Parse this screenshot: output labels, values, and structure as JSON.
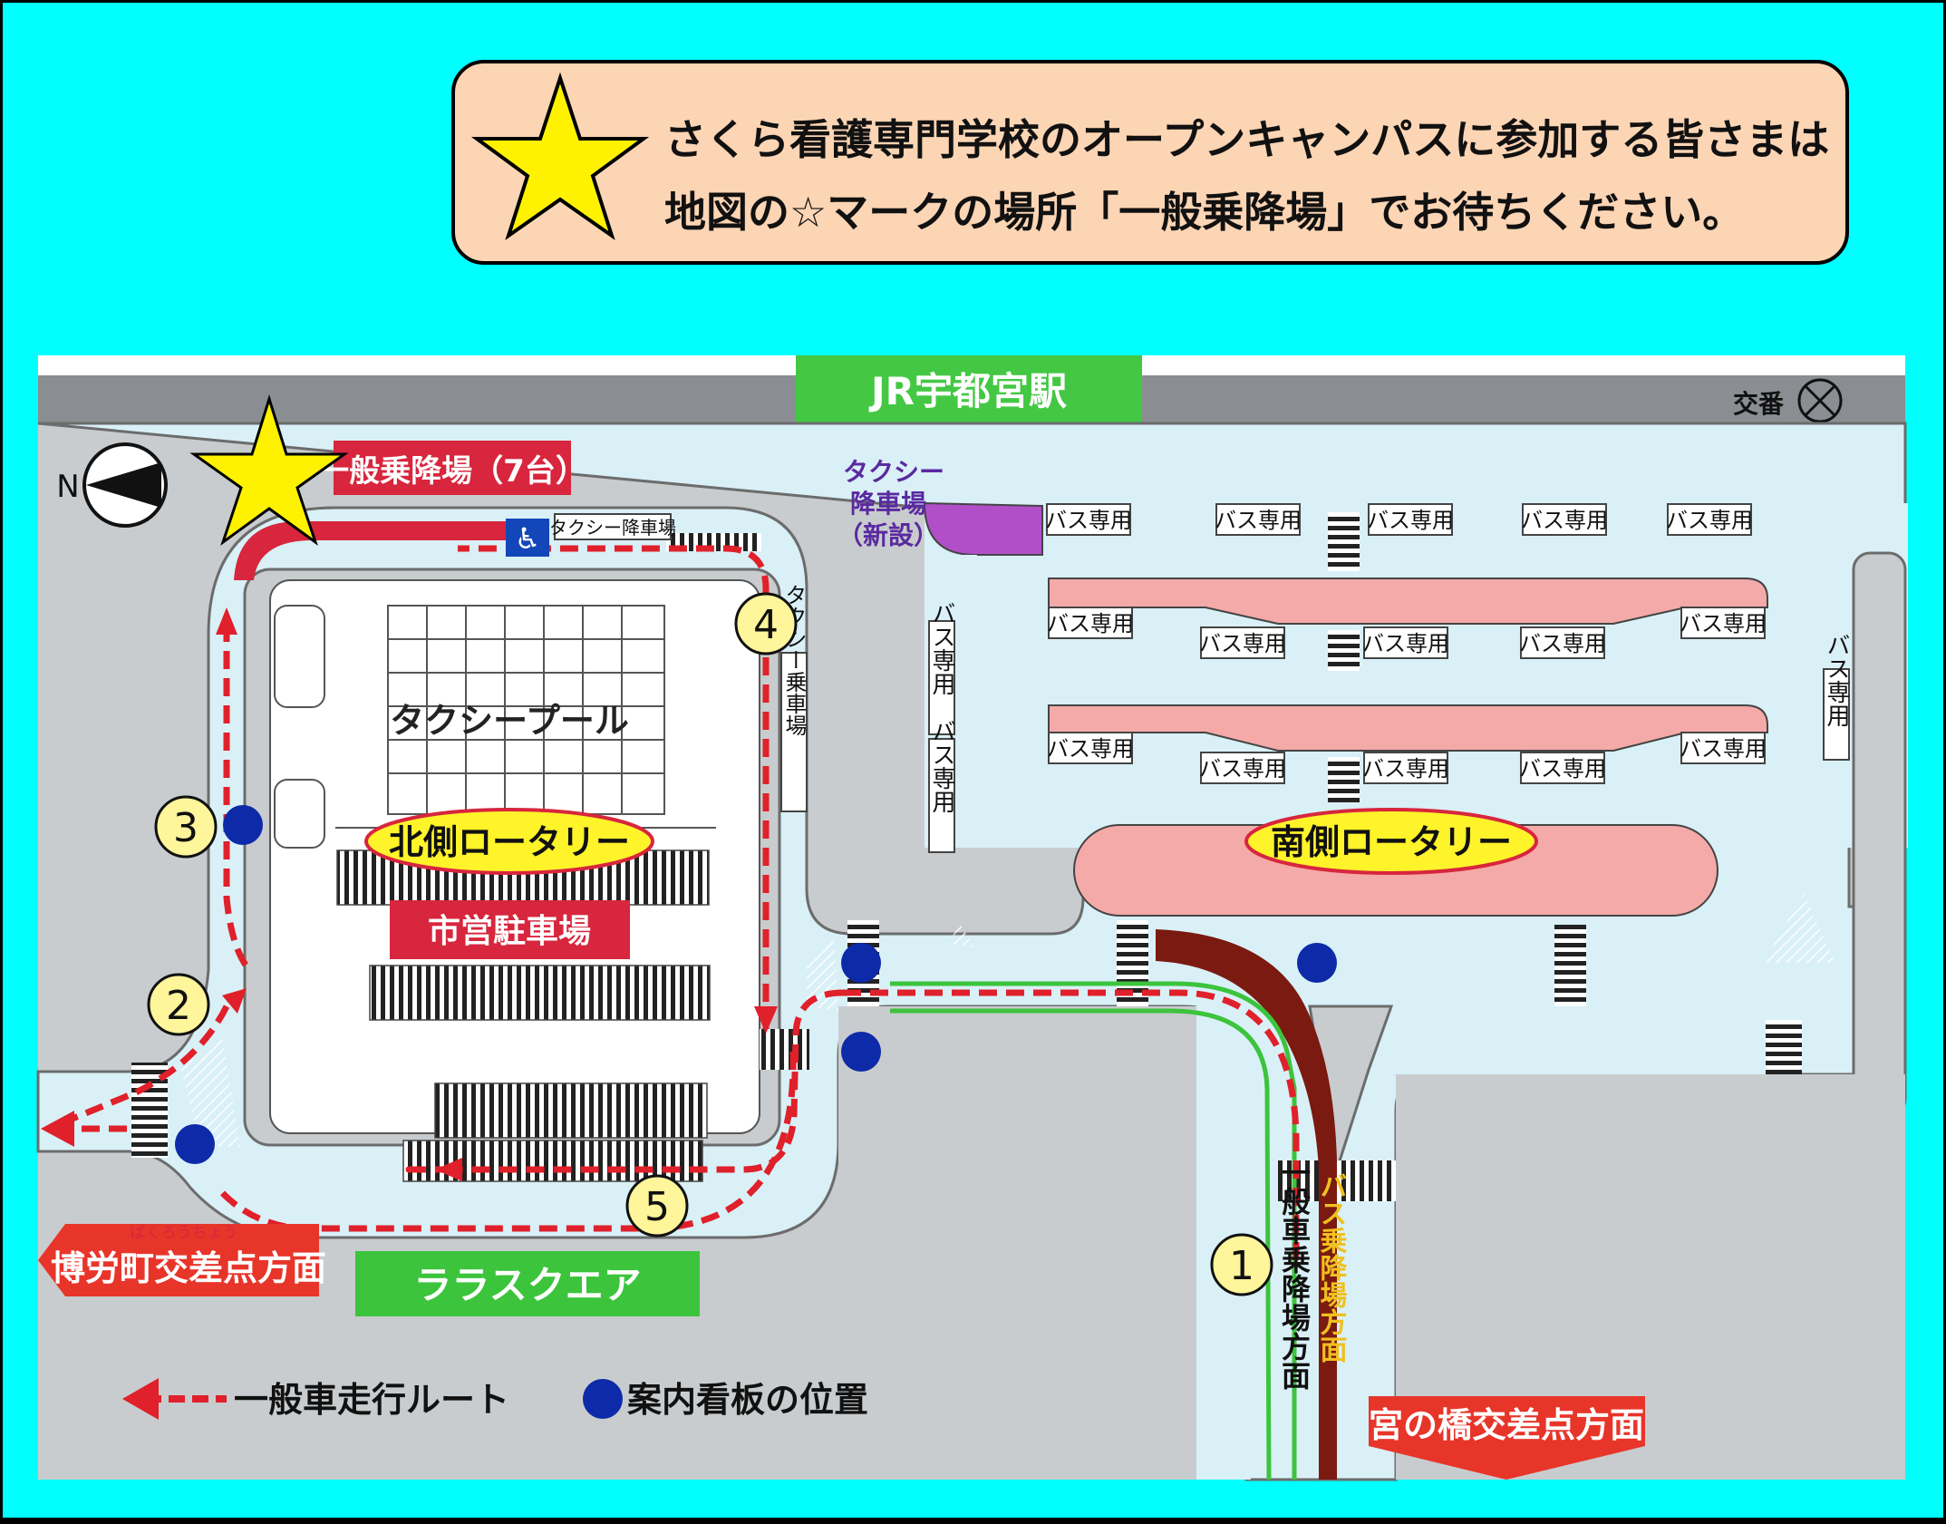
{
  "notice": {
    "line1": "さくら看護専門学校のオープンキャンパスに参加する皆さまは",
    "line2": "地図の☆マークの場所「一般乗降場」でお待ちください。"
  },
  "map": {
    "station": "JR宇都宮駅",
    "koban": "交番",
    "north": "N",
    "pickup": "一般乗降場（7台）",
    "taxi_drop_small": "タクシー降車場",
    "taxi_drop_new": [
      "タクシー",
      "降車場",
      "（新設）"
    ],
    "taxi_pool": "タクシープール",
    "taxi_board": "タクシー乗車場",
    "north_rotary": "北側ロータリー",
    "south_rotary": "南側ロータリー",
    "parking": "市営駐車場",
    "lalasquare": "ララスクエア",
    "bakuro_ruby": "ばくろうちょう",
    "bakuro": "博労町交差点方面",
    "miyanohashi": "宮の橋交差点方面",
    "general_vertical": "一般車乗降場方面",
    "bus_vertical": "バス乗降場方面",
    "bus_only": "バス専用",
    "bus_only_vertical": "バス専用",
    "markers": [
      "1",
      "2",
      "3",
      "4",
      "5"
    ]
  },
  "legend": {
    "route": "一般車走行ルート",
    "sign": "案内看板の位置"
  },
  "colors": {
    "frame": "#00FFFF",
    "notice_bg": "#FCD5B4",
    "road": "#D9F0F7",
    "ground": "#C9CCCE",
    "route": "#E0202A",
    "sign_dot": "#0D2AA8",
    "label_red": "#D7263D",
    "label_green": "#3CC43C",
    "island_pink": "#F4AAA8",
    "rotary_yellow": "#FFF32A",
    "star": "#FFF200",
    "taxi_purple": "#B14FC9",
    "bus_lane": "#7A1A10"
  }
}
